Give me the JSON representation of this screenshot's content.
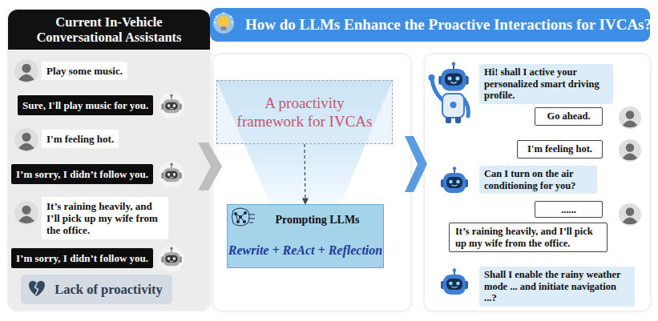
{
  "diagram": {
    "nodes": [
      {
        "text": [
          "Current In-Vehicle Conversational Assistants"
        ]
      },
      {
        "text": [
          "Play some music."
        ],
        "in": 0
      },
      {
        "text": [
          "Sure, I'll play music for you."
        ],
        "in": 0
      },
      {
        "text": [
          "I'm feeling hot."
        ],
        "in": 0
      },
      {
        "text": [
          "I’m sorry, I didn’t follow you."
        ],
        "in": 0
      },
      {
        "text": [
          "It’s raining heavily, and I’ll pick up my wife from the office."
        ],
        "in": 0
      },
      {
        "text": [
          "I’m sorry, I didn’t follow you."
        ],
        "in": 0
      },
      {
        "text": [
          "Lack of proactivity"
        ],
        "in": 0
      },
      {
        "text": [
          "How do LLMs Enhance the Proactive Interactions for IVCAs?"
        ]
      },
      {
        "text": [
          "A proactivity framework for IVCAs"
        ]
      },
      {
        "text": [
          "Prompting LLMs",
          "Rewrite + ReAct + Reflection"
        ]
      },
      {
        "text": [
          "Hi! shall I active your personalized smart driving profile."
        ]
      },
      {
        "text": [
          "Go ahead."
        ]
      },
      {
        "text": [
          "I'm feeling hot."
        ]
      },
      {
        "text": [
          "Can I turn on the air conditioning for you?"
        ]
      },
      {
        "text": [
          "......"
        ]
      },
      {
        "text": [
          "It’s raining heavily, and I’ll pick up my wife from the office."
        ]
      },
      {
        "text": [
          "Shall I enable the rainy weather mode ... and initiate navigation ...?"
        ]
      }
    ],
    "edges": [
      {
        "from": 9,
        "to": 10,
        "arrow": "to"
      }
    ]
  }
}
